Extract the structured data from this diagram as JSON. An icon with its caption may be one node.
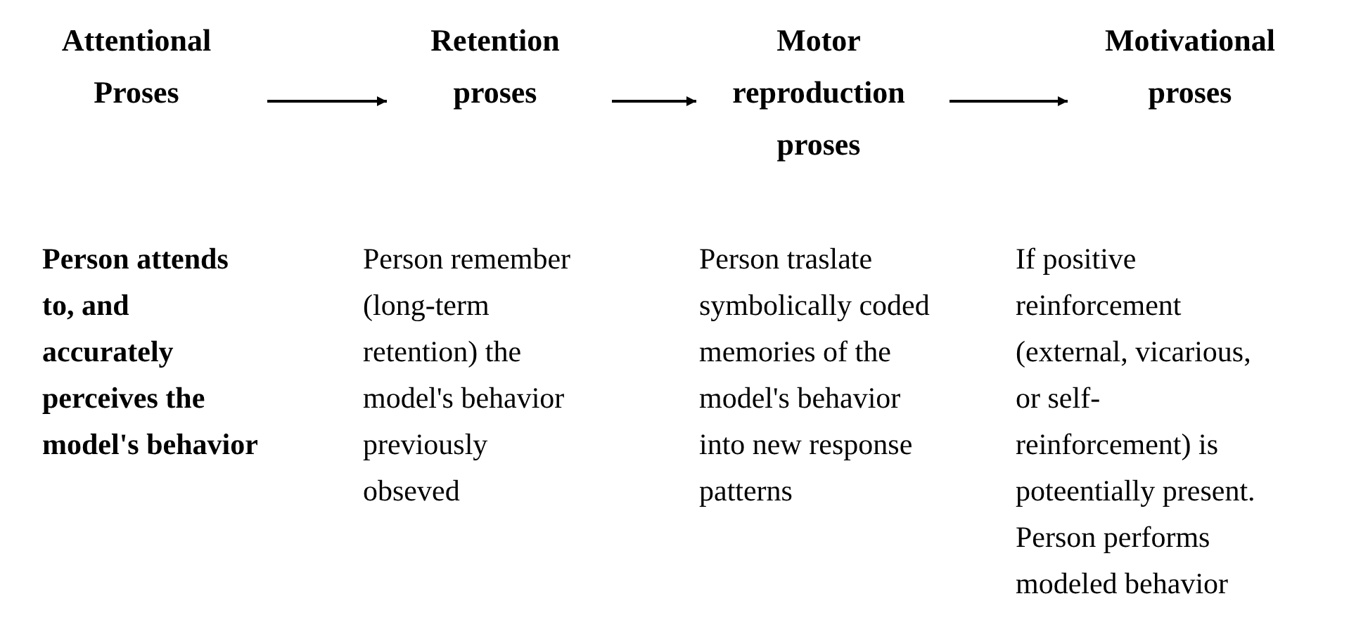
{
  "diagram": {
    "nodes": [
      {
        "text": [
          "Attentional Proses"
        ]
      },
      {
        "text": [
          "Retention proses"
        ]
      },
      {
        "text": [
          "Motor reproduction proses"
        ]
      },
      {
        "text": [
          "Motivational proses"
        ]
      }
    ],
    "edges": [
      {
        "from": 0,
        "to": 1,
        "arrow": "to"
      },
      {
        "from": 1,
        "to": 2,
        "arrow": "to"
      },
      {
        "from": 2,
        "to": 3,
        "arrow": "to"
      }
    ],
    "labels": [
      "Person attends to, and accurately perceives the model's behavior",
      "Person remember (long-term retention) the model's behavior previously obseved",
      "Person traslate symbolically coded memories of the model's behavior into new response patterns",
      "If positive reinforcement (external, vicarious, or self-reinforcement) is poteentially present. Person performs modeled behavior"
    ]
  }
}
